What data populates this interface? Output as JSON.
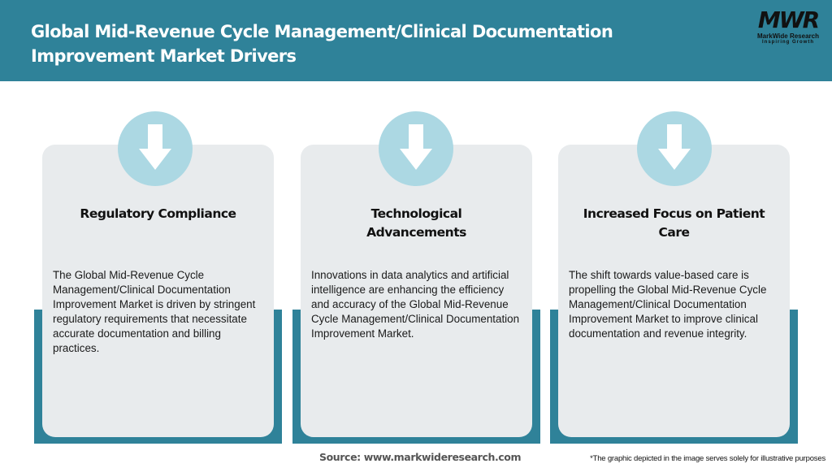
{
  "header": {
    "title": "Global Mid-Revenue Cycle Management/Clinical Documentation Improvement Market Drivers",
    "logo": {
      "mark": "MWR",
      "name": "MarkWide Research",
      "tagline": "Inspiring Growth"
    }
  },
  "cards": [
    {
      "icon": "arrow-down-icon",
      "title": "Regulatory Compliance",
      "text": "The Global Mid-Revenue Cycle Management/Clinical Documentation Improvement Market is driven by stringent regulatory requirements that necessitate accurate documentation and billing practices."
    },
    {
      "icon": "arrow-down-icon",
      "title": "Technological Advancements",
      "text": "Innovations in data analytics and artificial intelligence are enhancing the efficiency and accuracy of the Global Mid-Revenue Cycle Management/Clinical Documentation Improvement Market."
    },
    {
      "icon": "arrow-down-icon",
      "title": "Increased Focus on Patient Care",
      "text": "The shift towards value-based care is propelling the Global Mid-Revenue Cycle Management/Clinical Documentation Improvement Market to improve clinical documentation and revenue integrity."
    }
  ],
  "footer": {
    "source": "Source: www.markwideresearch.com",
    "note": "*The graphic depicted in the image serves solely for illustrative purposes"
  },
  "colors": {
    "accent_teal": "#2f8299",
    "circle_light_blue": "#acd8e3",
    "card_bg": "#e8ebed"
  }
}
